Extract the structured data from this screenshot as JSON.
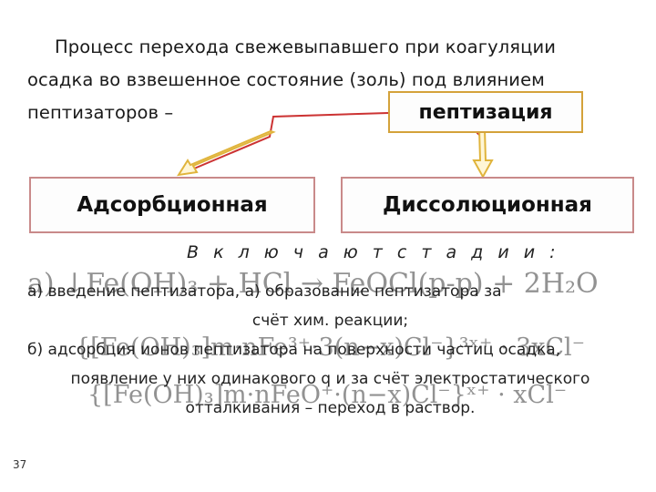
{
  "intro": {
    "line1": "Процесс перехода свежевыпавшего при коагуляции",
    "line2": "осадка во взвешенное состояние (золь) под влиянием",
    "line3": "пептизаторов –"
  },
  "keyword_box": "пептизация",
  "types": {
    "adsorption": "Адсорбционная",
    "dissolution": "Диссолюционная"
  },
  "stages_label": "В к л ю ч а ю т   с т а д и и :",
  "body": {
    "line1": "а) введение пептизатора, а) образование пептизатора за",
    "line2": "счёт хим. реакции;",
    "line3": "б) адсорбция ионов пептизатора на поверхности частиц осадка,",
    "line4": "появление у них одинакового q и за счёт электростатического",
    "line5": "отталкивания – переход в раствор."
  },
  "formulas": {
    "f1": "a) ↓Fe(OH)₃ + HCl → FeOCl(p-p) + 2H₂O",
    "f2": "{[Fe(OH)₃]m·nFe³⁺·3(n−x)Cl⁻}³ˣ⁺ · 3xCl⁻",
    "f3": "{[Fe(OH)₃]m·nFeO⁺·(n−x)Cl⁻}ˣ⁺ · xCl⁻"
  },
  "page_number": "37",
  "colors": {
    "box_border": "#d4a23a",
    "arrow": "#e0b43c",
    "connector": "#cc3333"
  }
}
